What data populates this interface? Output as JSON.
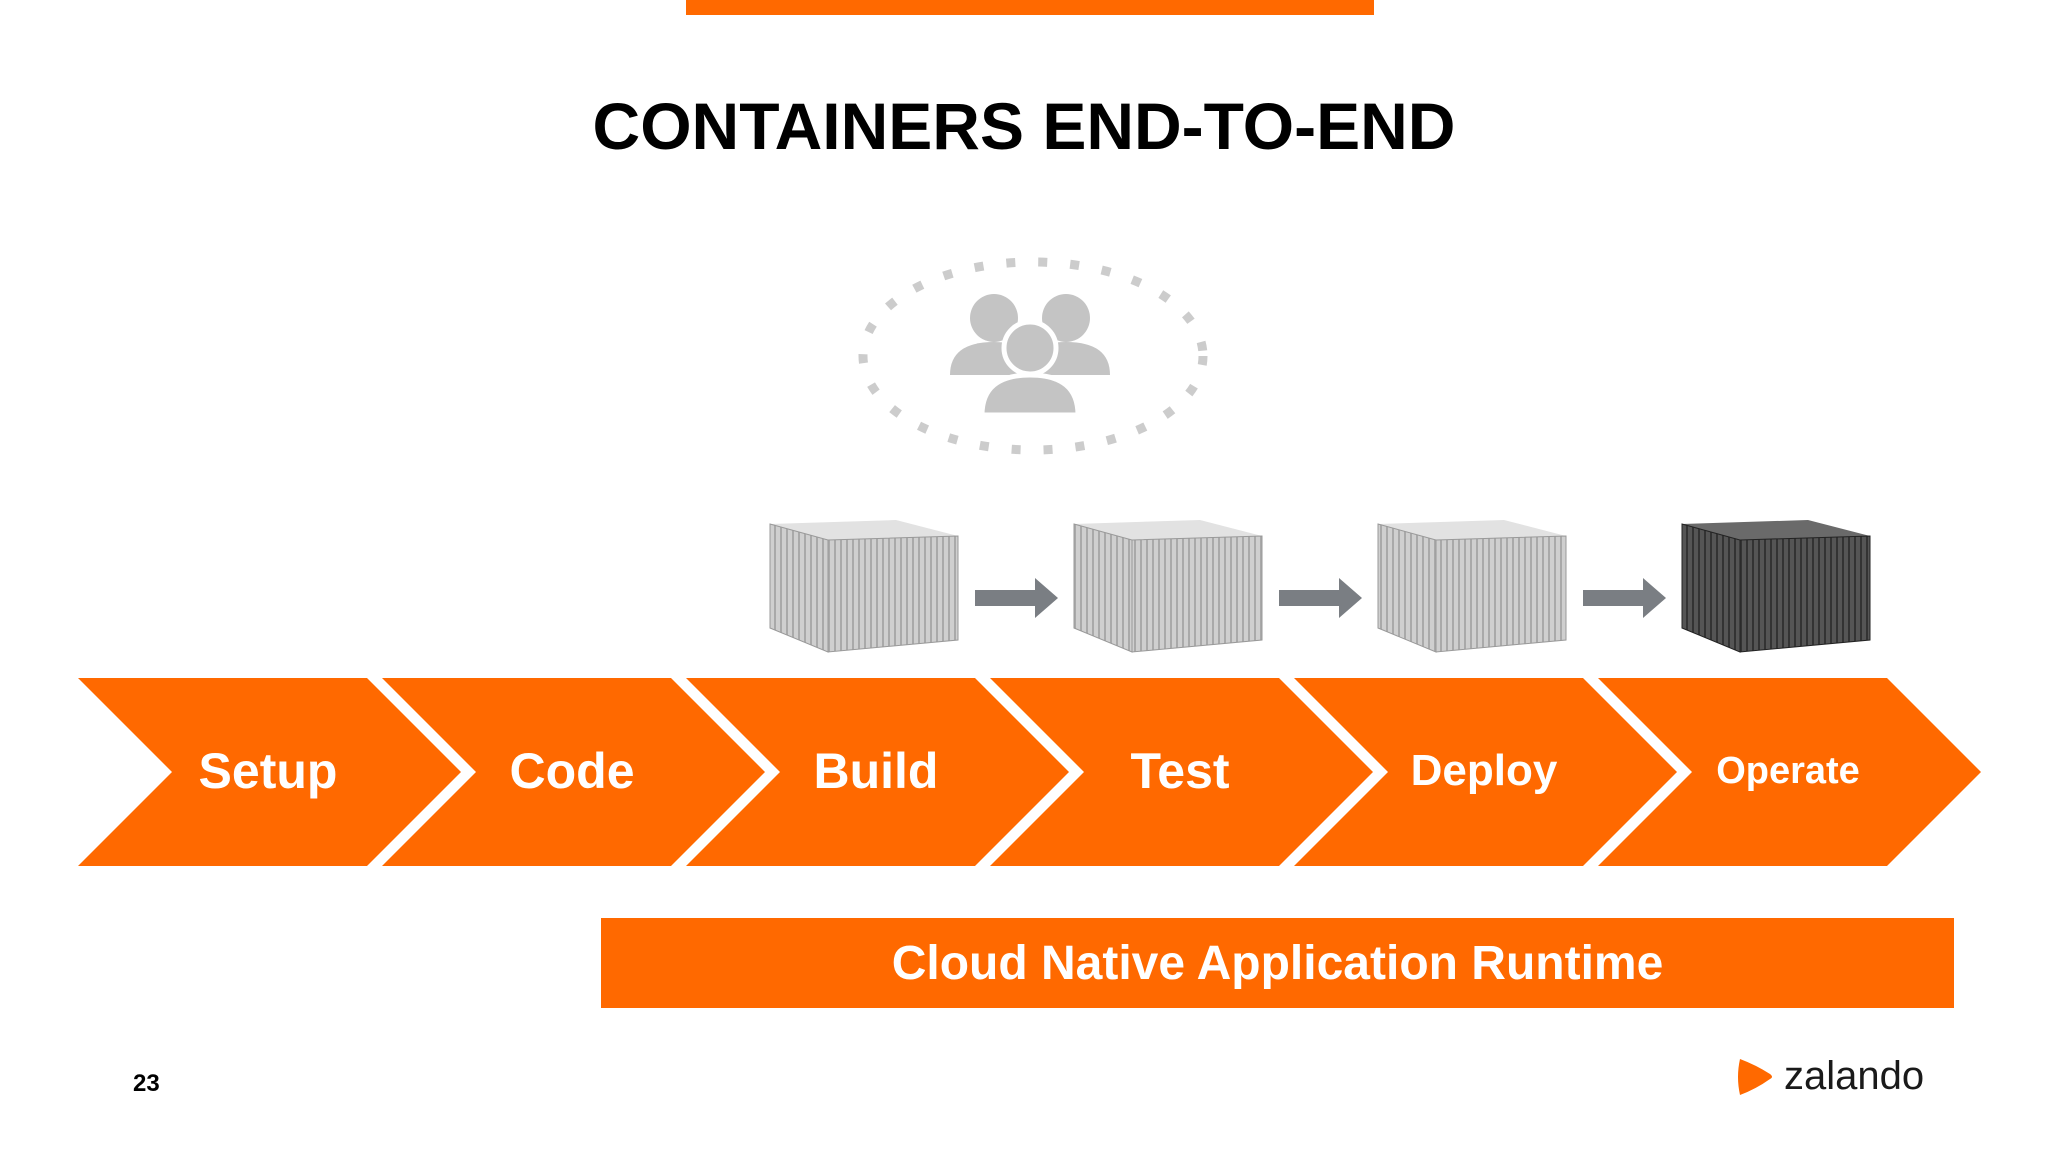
{
  "slide": {
    "title": "CONTAINERS END-TO-END",
    "page_number": "23",
    "runtime_label": "Cloud Native Application Runtime",
    "logo_text": "zalando"
  },
  "steps": [
    {
      "label": "Setup"
    },
    {
      "label": "Code"
    },
    {
      "label": "Build"
    },
    {
      "label": "Test"
    },
    {
      "label": "Deploy"
    },
    {
      "label": "Operate"
    }
  ],
  "colors": {
    "accent": "#ff6900",
    "arrow_gray": "#7a7e83",
    "people_gray": "#c4c4c4",
    "container_light": "#c8c8c8",
    "container_dark": "#4a4a4a"
  },
  "icons": [
    "team-icon",
    "shipping-container-icon",
    "right-arrow-icon",
    "zalando-logo-icon"
  ]
}
